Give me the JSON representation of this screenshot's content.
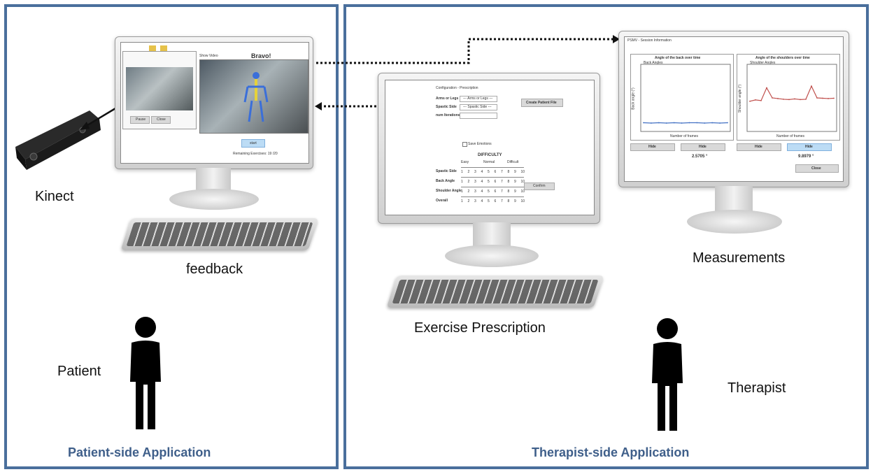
{
  "patient_panel": {
    "title": "Patient-side Application",
    "kinect_label": "Kinect",
    "feedback_label": "feedback",
    "patient_label": "Patient",
    "screen": {
      "show_video": "Show Video",
      "bravo": "Bravo!",
      "remaining": "Remaining Exercises: 19 /20",
      "btn_pause": "Pause",
      "btn_close": "Close",
      "btn_start": "start"
    }
  },
  "therapist_panel": {
    "title": "Therapist-side Application",
    "exercise_label": "Exercise Prescription",
    "measurements_label": "Measurements",
    "therapist_label": "Therapist",
    "prescription": {
      "window_title": "Configuration - Prescription",
      "arms_or_legs": "Arms or Legs",
      "arms_or_legs_value": "--- Arms or Legs ---",
      "spastic_side": "Spastic Side",
      "spastic_side_value": "--- Spastic Side ---",
      "num_iterations": "num Iterations",
      "create_patient_file": "Create Patient File",
      "save_emotions": "Save Emotions",
      "difficulty": "DIFFICULTY",
      "easy": "Easy",
      "normal": "Normal",
      "difficult": "Difficult",
      "rows": [
        "Spastic Side",
        "Back Angle",
        "Shoulder Angle",
        "Overall"
      ],
      "scale": [
        "1",
        "2",
        "3",
        "4",
        "5",
        "6",
        "7",
        "8",
        "9",
        "10"
      ],
      "confirm": "Confirm"
    },
    "measurements": {
      "window_title": "PSMV - Session Information",
      "chart_back_title": "Angle of the back over time",
      "chart_shoulder_title": "Angle of the shoulders over time",
      "back_legend": "Back Angles",
      "shoulder_legend": "Shoulder Angles",
      "back_ylabel": "Back angle (°)",
      "shoulder_ylabel": "Shoulder angle (°)",
      "xlabel": "Number of frames",
      "hide": "Hide",
      "back_value": "2.5705 °",
      "shoulder_value": "9.8979 °",
      "close": "Close"
    }
  },
  "colors": {
    "panel_border": "#4a6f9c",
    "title_color": "#3f5f8a",
    "back_series": "#4472c4",
    "shoulder_series": "#c0504d"
  },
  "chart_data": [
    {
      "type": "line",
      "title": "Angle of the back over time",
      "xlabel": "Number of frames",
      "ylabel": "Back angle (°)",
      "series": [
        {
          "name": "Back Angles",
          "values": [
            2.6,
            2.5,
            2.6,
            2.5,
            2.6,
            2.5,
            2.6,
            2.6,
            2.5,
            2.6,
            2.5,
            2.6
          ]
        }
      ],
      "ylim": [
        0,
        20
      ]
    },
    {
      "type": "line",
      "title": "Angle of the shoulders over time",
      "xlabel": "Number of frames",
      "ylabel": "Shoulder angle (°)",
      "series": [
        {
          "name": "Shoulder Angles",
          "values": [
            9,
            9.4,
            9.2,
            13,
            10,
            9.8,
            9.6,
            9.5,
            9.7,
            9.5,
            9.6,
            13.5,
            10,
            9.9,
            9.8,
            9.9
          ]
        }
      ],
      "ylim": [
        0,
        20
      ]
    }
  ]
}
